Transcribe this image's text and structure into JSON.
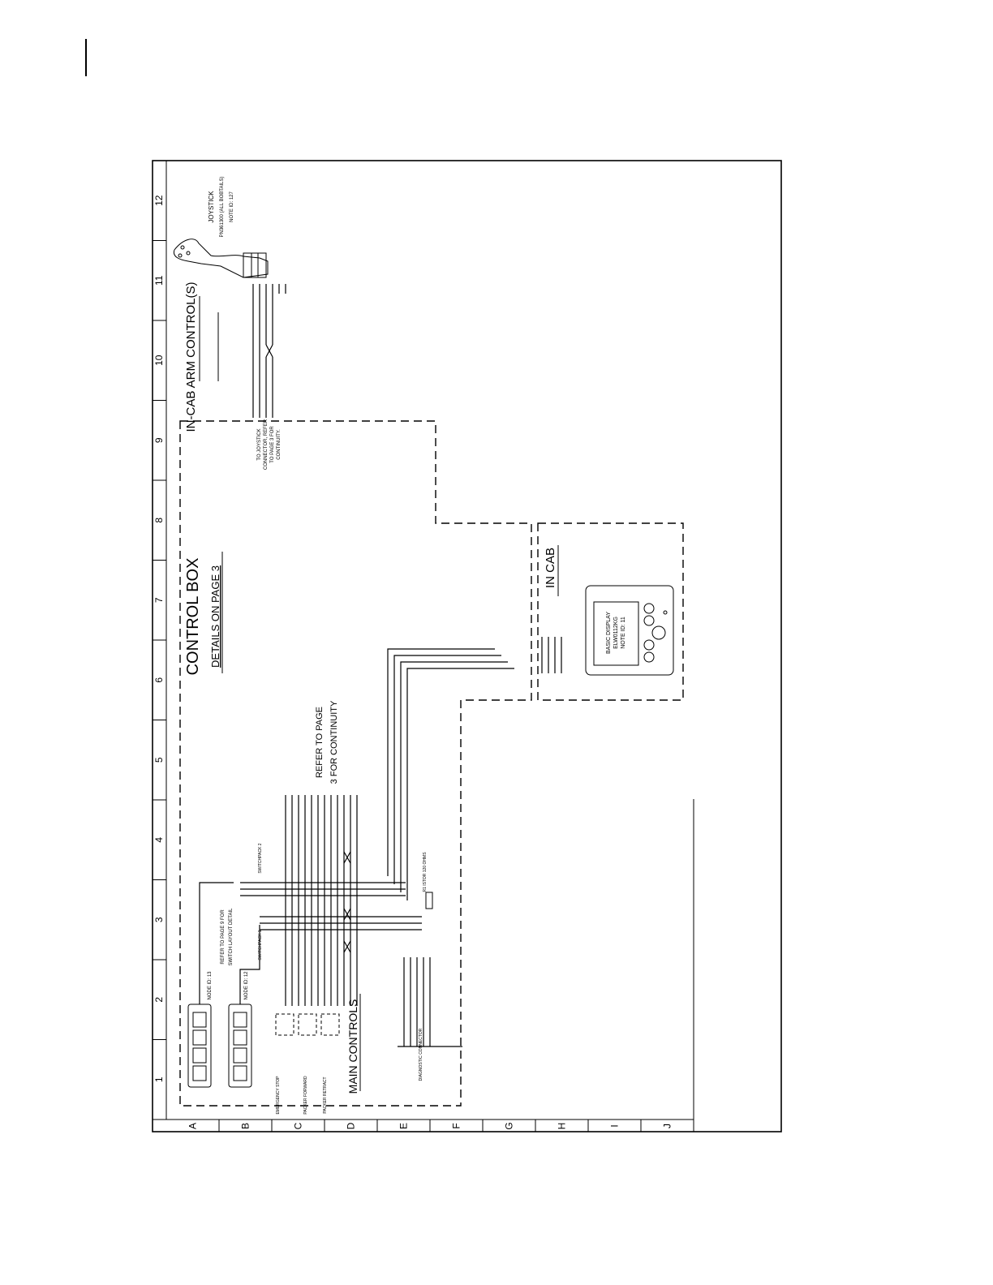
{
  "grid": {
    "columns": [
      "1",
      "2",
      "3",
      "4",
      "5",
      "6",
      "7",
      "8",
      "9",
      "10",
      "11",
      "12"
    ],
    "rows": [
      "A",
      "B",
      "C",
      "D",
      "E",
      "F",
      "G",
      "H",
      "I",
      "J"
    ]
  },
  "sections": {
    "in_cab_arm_controls": "IN-CAB ARM CONTROL(S)",
    "control_box": "CONTROL BOX",
    "control_box_details": "DETAILS ON PAGE 3",
    "in_cab": "IN CAB",
    "main_controls": "MAIN CONTROLS",
    "refer_to_page": "REFER TO PAGE",
    "for_continuity": "3 FOR CONTINUITY"
  },
  "labels": {
    "joystick": "JOYSTICK",
    "joystick_part": "PN361300 (ALL BOBTAILS)",
    "joystick_note": "NOTE ID: 127",
    "joystick_connector_note_1": "TO JOYSTICK",
    "joystick_connector_note_2": "CONNECTOR, REFER",
    "joystick_connector_note_3": "TO PAGE 3 FOR",
    "joystick_connector_note_4": "CONTINUITY.",
    "basic_display_1": "BASIC DISPLAY",
    "basic_display_2": "ELW0112KG",
    "basic_display_3": "NOTE ID: 11",
    "switch_refer_1": "REFER TO PAGE 9 FOR",
    "switch_refer_2": "SWITCH LAYOUT DETAIL",
    "node_13": "NODE ID: 13",
    "node_12": "NODE ID: 12",
    "emergency_stop": "EMERGENCY STOP",
    "packer_forward": "PACKER FORWARD",
    "packer_retract": "PACKER RETRACT",
    "diagnostic_connector": "DIAGNOSTIC CONNECTOR",
    "resistor": "R1 ISTOR 120 OHMS",
    "switchpack_1": "SWITCHPACK 1",
    "switchpack_2": "SWITCHPACK 2"
  }
}
